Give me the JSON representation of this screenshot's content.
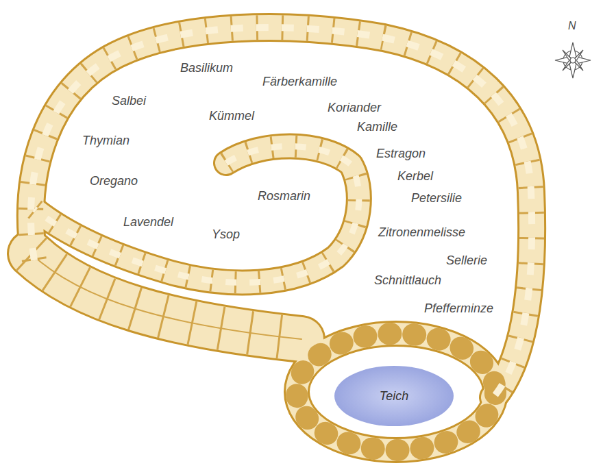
{
  "diagram": {
    "nodes": [
      {
        "text": [
          "Teich"
        ]
      }
    ],
    "labels": [
      "N",
      "Basilikum",
      "Färberkamille",
      "Salbei",
      "Kümmel",
      "Koriander",
      "Kamille",
      "Thymian",
      "Estragon",
      "Kerbel",
      "Oregano",
      "Rosmarin",
      "Petersilie",
      "Lavendel",
      "Ysop",
      "Zitronenmelisse",
      "Sellerie",
      "Schnittlauch",
      "Pfefferminze"
    ]
  }
}
